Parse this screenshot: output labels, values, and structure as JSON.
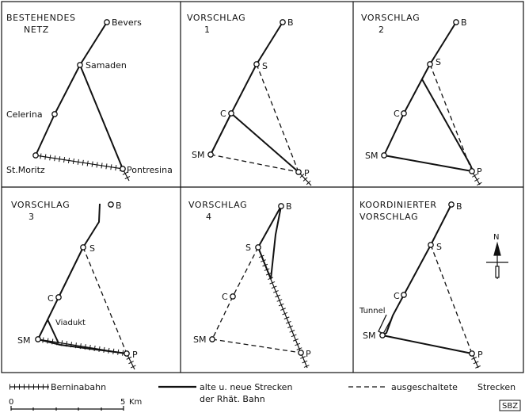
{
  "panels": [
    {
      "title": [
        "BESTEHENDES",
        "NETZ"
      ],
      "stations": {
        "bevers": "Bevers",
        "samaden": "Samaden",
        "celerina": "Celerina",
        "stmoritz": "St.Moritz",
        "pontresina": "Pontresina"
      }
    },
    {
      "title": [
        "VORSCHLAG",
        "1"
      ],
      "stations": {
        "b": "B",
        "s": "S",
        "c": "C",
        "sm": "SM",
        "p": "P"
      }
    },
    {
      "title": [
        "VORSCHLAG",
        "2"
      ],
      "stations": {
        "b": "B",
        "s": "S",
        "c": "C",
        "sm": "SM",
        "p": "P"
      }
    },
    {
      "title": [
        "VORSCHLAG",
        "3"
      ],
      "stations": {
        "b": "B",
        "s": "S",
        "c": "C",
        "sm": "SM",
        "p": "P"
      },
      "annotation": "Viadukt"
    },
    {
      "title": [
        "VORSCHLAG",
        "4"
      ],
      "stations": {
        "b": "B",
        "s": "S",
        "c": "C",
        "sm": "SM",
        "p": "P"
      }
    },
    {
      "title": [
        "KOORDINIERTER",
        "VORSCHLAG"
      ],
      "stations": {
        "b": "B",
        "s": "S",
        "c": "C",
        "sm": "SM",
        "p": "P"
      },
      "annotation": "Tunnel",
      "north_label": "N"
    }
  ],
  "legend": {
    "bernina": "Berninabahn",
    "neue_1": "alte u. neue Strecken",
    "neue_2": "der Rhät. Bahn",
    "ausgeschaltet": "ausgeschaltete",
    "strecken": "Strecken"
  },
  "scale": {
    "zero": "0",
    "five": "5",
    "unit": "Km"
  },
  "credit": "SBZ"
}
